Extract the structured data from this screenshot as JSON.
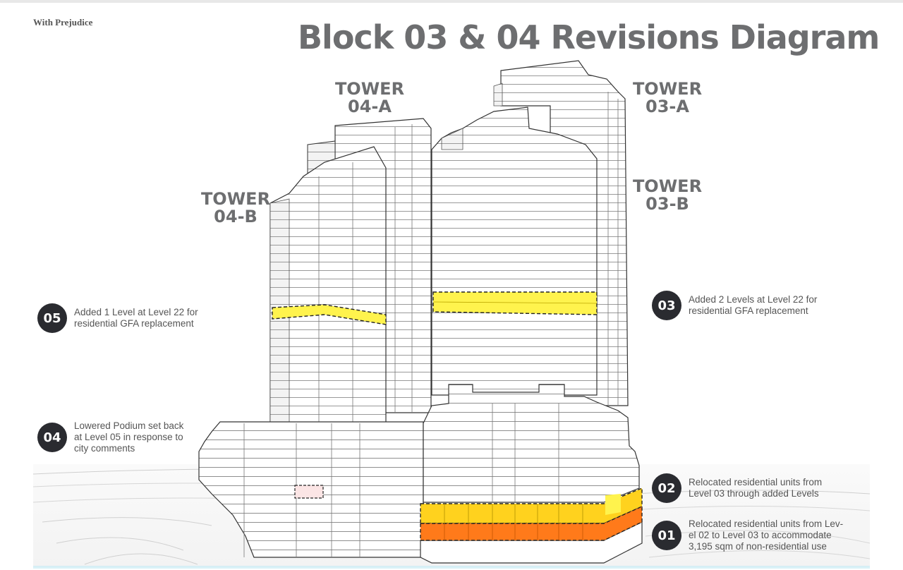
{
  "header": {
    "confidentiality": "With Prejudice",
    "title": "Block 03 & 04 Revisions Diagram"
  },
  "towers": [
    {
      "id": "04-a",
      "line1": "TOWER",
      "line2": "04-A"
    },
    {
      "id": "03-a",
      "line1": "TOWER",
      "line2": "03-A"
    },
    {
      "id": "04-b",
      "line1": "TOWER",
      "line2": "04-B"
    },
    {
      "id": "03-b",
      "line1": "TOWER",
      "line2": "03-B"
    }
  ],
  "annotations": [
    {
      "number": "05",
      "lines": [
        "Added 1 Level at Level 22 for",
        "residential GFA replacement"
      ]
    },
    {
      "number": "03",
      "lines": [
        "Added 2 Levels at Level 22 for",
        "residential GFA replacement"
      ]
    },
    {
      "number": "04",
      "lines": [
        "Lowered Podium set back",
        "at Level 05 in response to",
        "city comments"
      ]
    },
    {
      "number": "02",
      "lines": [
        "Relocated residential units from",
        "Level 03 through added Levels"
      ]
    },
    {
      "number": "01",
      "lines": [
        "Relocated residential units from Lev-",
        "el 02 to Level 03 to accommodate",
        "3,195 sqm of non-residential use"
      ]
    }
  ],
  "colors": {
    "title": "#6d6e70",
    "badge": "#2a2b30",
    "added_level": "#fff34d",
    "relocated_units": "#ffd21e",
    "non_residential": "#ff7a1a",
    "outline": "#222222"
  }
}
